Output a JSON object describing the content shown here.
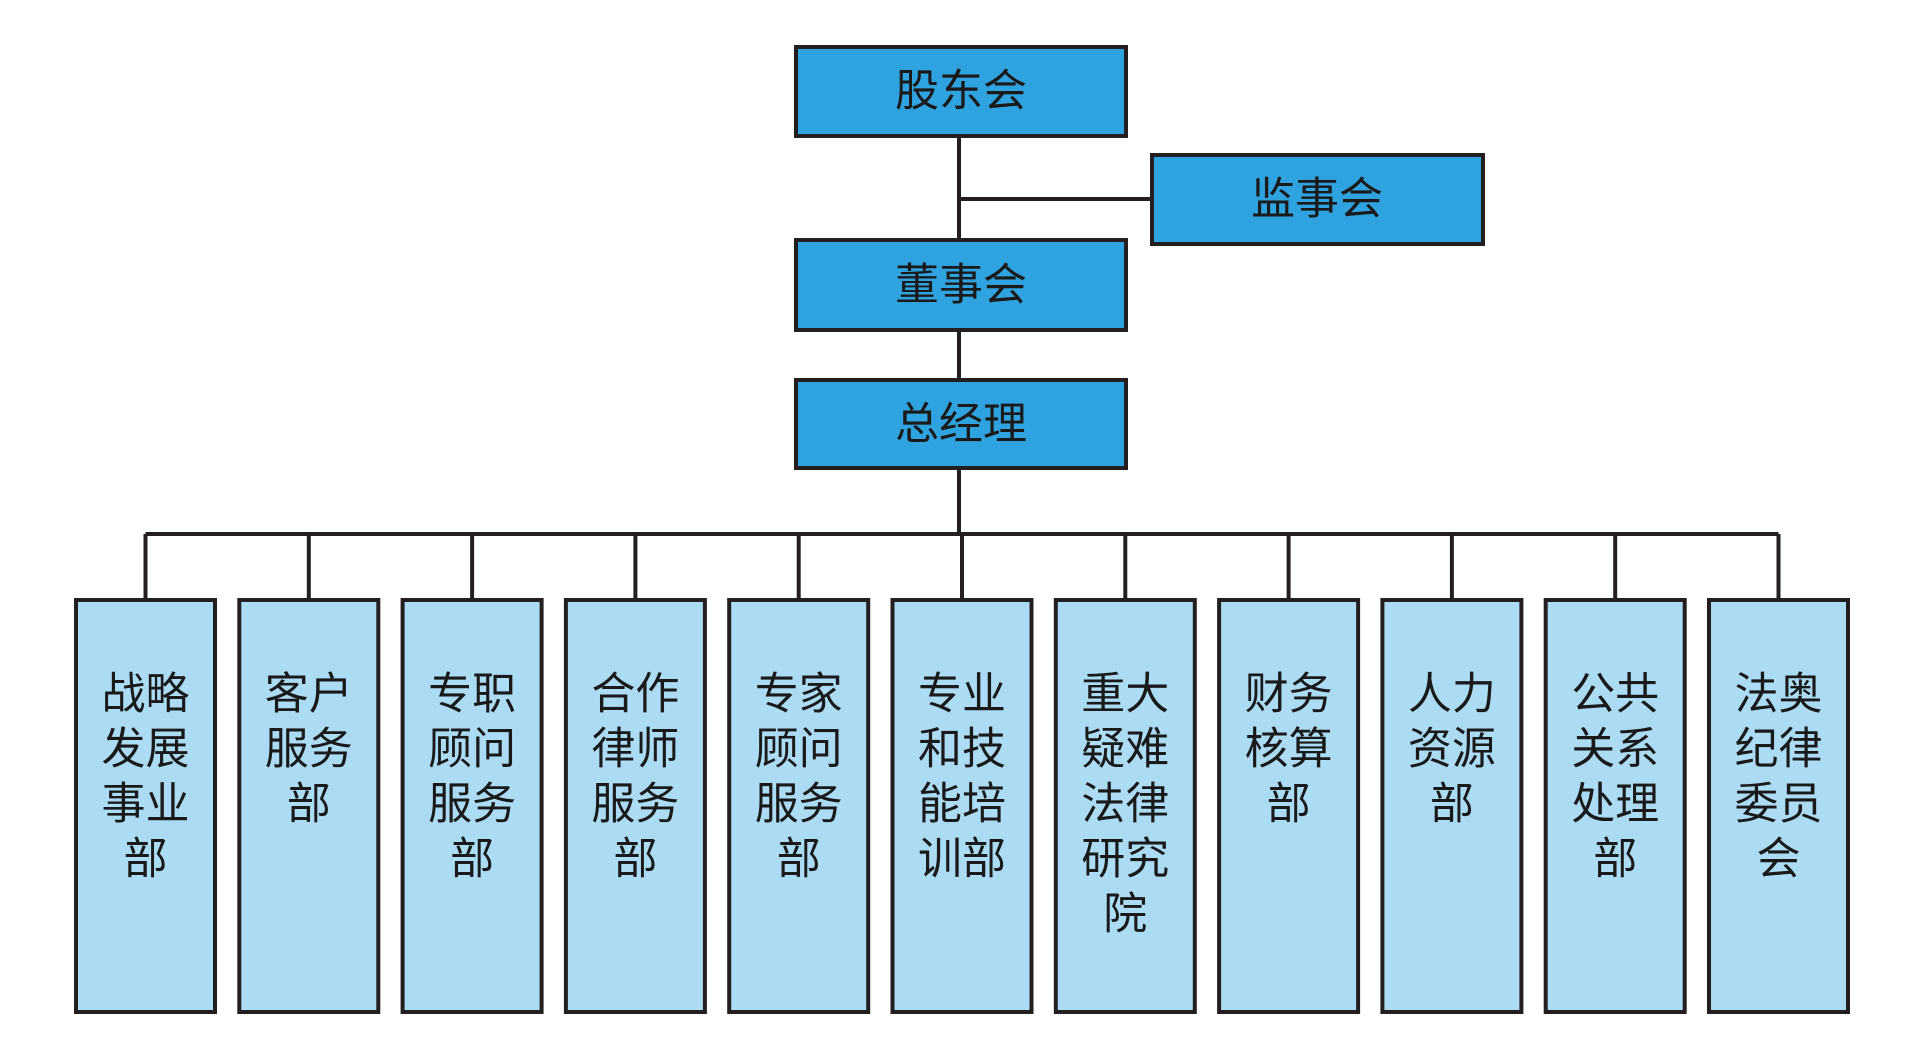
{
  "colors": {
    "top_box_fill": "#2ea3df",
    "dept_box_fill": "#acdcf3",
    "line": "#231f20",
    "text": "#1a1a1a"
  },
  "top_nodes": {
    "shareholders": "股东会",
    "supervisors": "监事会",
    "board": "董事会",
    "gm": "总经理"
  },
  "departments": [
    {
      "lines": [
        "战略",
        "发展",
        "事业",
        "部"
      ]
    },
    {
      "lines": [
        "客户",
        "服务",
        "部"
      ]
    },
    {
      "lines": [
        "专职",
        "顾问",
        "服务",
        "部"
      ]
    },
    {
      "lines": [
        "合作",
        "律师",
        "服务",
        "部"
      ]
    },
    {
      "lines": [
        "专家",
        "顾问",
        "服务",
        "部"
      ]
    },
    {
      "lines": [
        "专业",
        "和技",
        "能培",
        "训部"
      ]
    },
    {
      "lines": [
        "重大",
        "疑难",
        "法律",
        "研究",
        "院"
      ]
    },
    {
      "lines": [
        "财务",
        "核算",
        "部"
      ]
    },
    {
      "lines": [
        "人力",
        "资源",
        "部"
      ]
    },
    {
      "lines": [
        "公共",
        "关系",
        "处理",
        "部"
      ]
    },
    {
      "lines": [
        "法奥",
        "纪律",
        "委员",
        "会"
      ]
    }
  ]
}
